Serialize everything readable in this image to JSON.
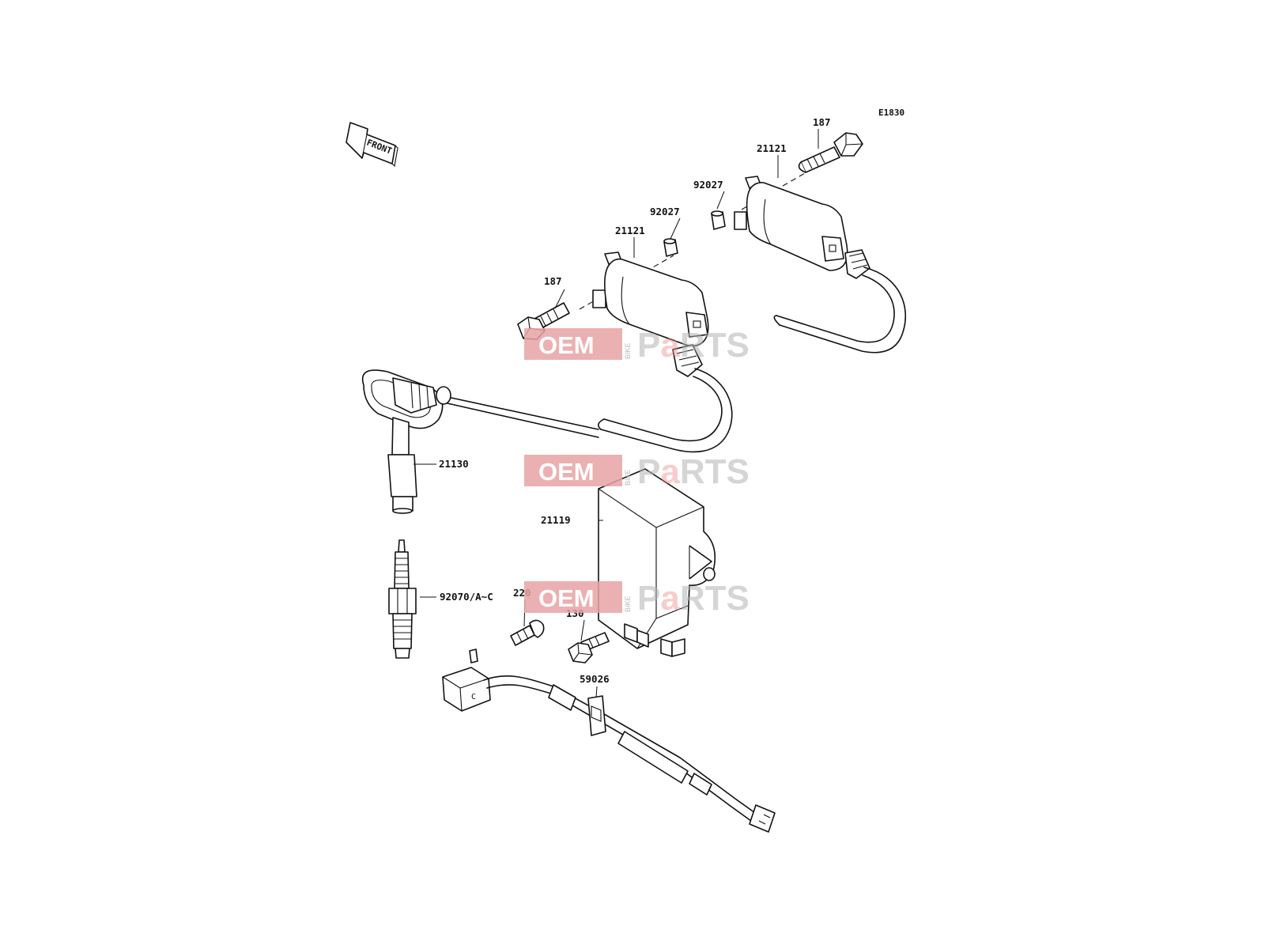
{
  "diagram": {
    "code": "E1830",
    "front_label": "FRONT",
    "callouts": {
      "bolt_upper": "187",
      "coil_upper": "21121",
      "collar_upper": "92027",
      "collar_lower": "92027",
      "coil_lower": "21121",
      "bolt_lower": "187",
      "plug_cap": "21130",
      "igniter": "21119",
      "spark_plug": "92070/A~C",
      "screw_220": "220",
      "bolt_130": "130",
      "clamp": "59026"
    },
    "connector_mark": "C"
  },
  "watermark": {
    "oem": "OEM",
    "bike": "BIKE",
    "parts_pre": "P",
    "parts_a": "a",
    "parts_post": "RTS"
  },
  "colors": {
    "watermark_red": "#e7a3a4",
    "line": "#111111"
  }
}
